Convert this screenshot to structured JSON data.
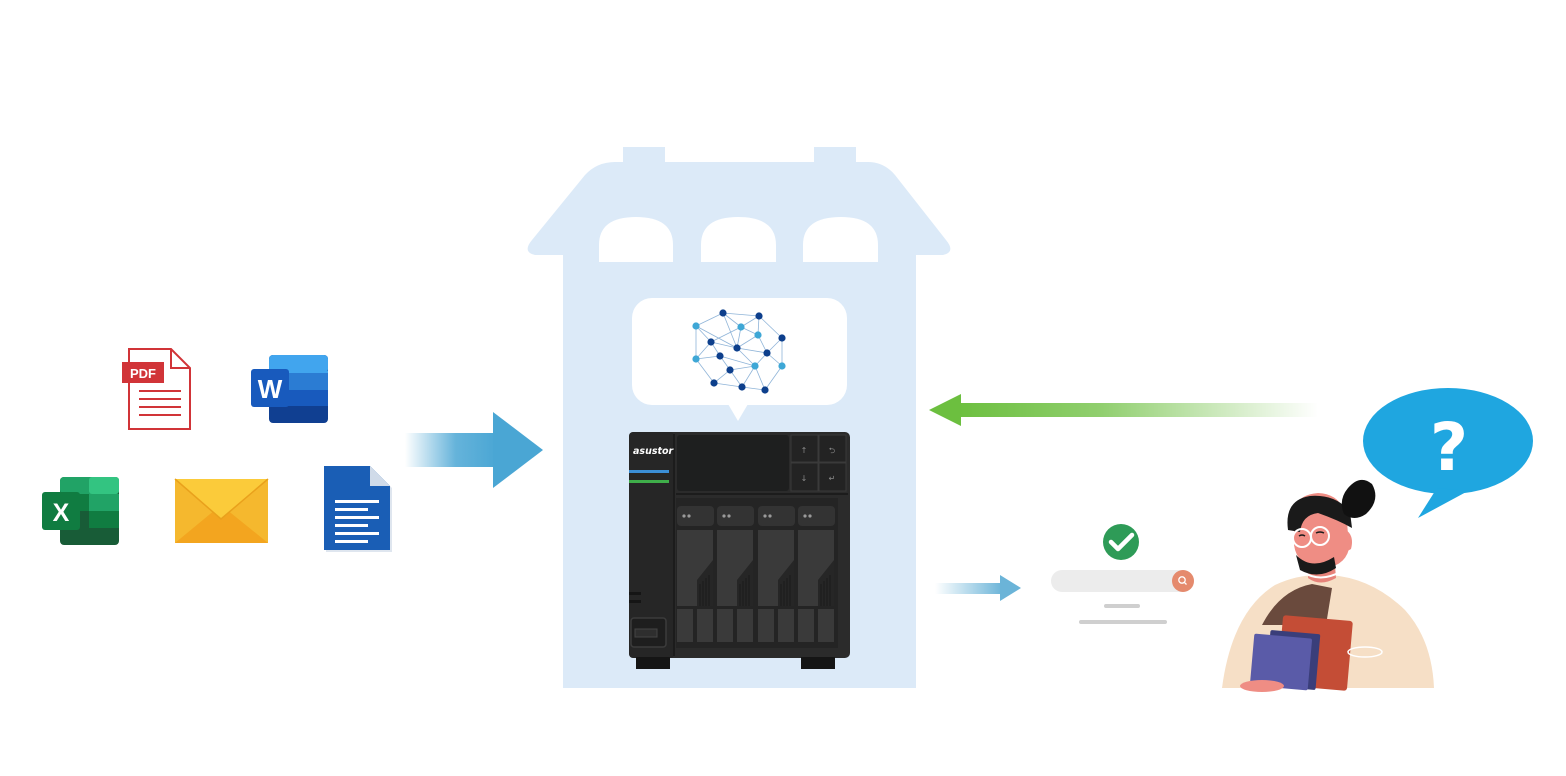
{
  "nas": {
    "brand": "asustor",
    "panel_buttons": [
      "↑",
      "⮌",
      "↓",
      "↵"
    ]
  },
  "files": {
    "pdf_label": "PDF",
    "word_letter": "W",
    "excel_letter": "X"
  },
  "question": {
    "symbol": "?"
  },
  "icons": [
    "pdf-file-icon",
    "word-icon",
    "excel-icon",
    "email-icon",
    "document-icon",
    "neural-network-icon",
    "check-icon",
    "search-icon",
    "question-bubble-icon"
  ],
  "colors": {
    "house": "#dceaf8",
    "arrow_blue": "#4aa6d4",
    "arrow_green": "#6cbf3f",
    "pdf_red": "#d13438",
    "word_blue": "#185abd",
    "excel_green": "#1d6f42",
    "email_yellow": "#f5b82e",
    "doc_blue": "#1a5eb5",
    "check_green": "#2e9b57",
    "search_orange": "#e58a6d",
    "bubble_blue": "#1fa6e0",
    "nas_dark": "#2b2b2b"
  }
}
